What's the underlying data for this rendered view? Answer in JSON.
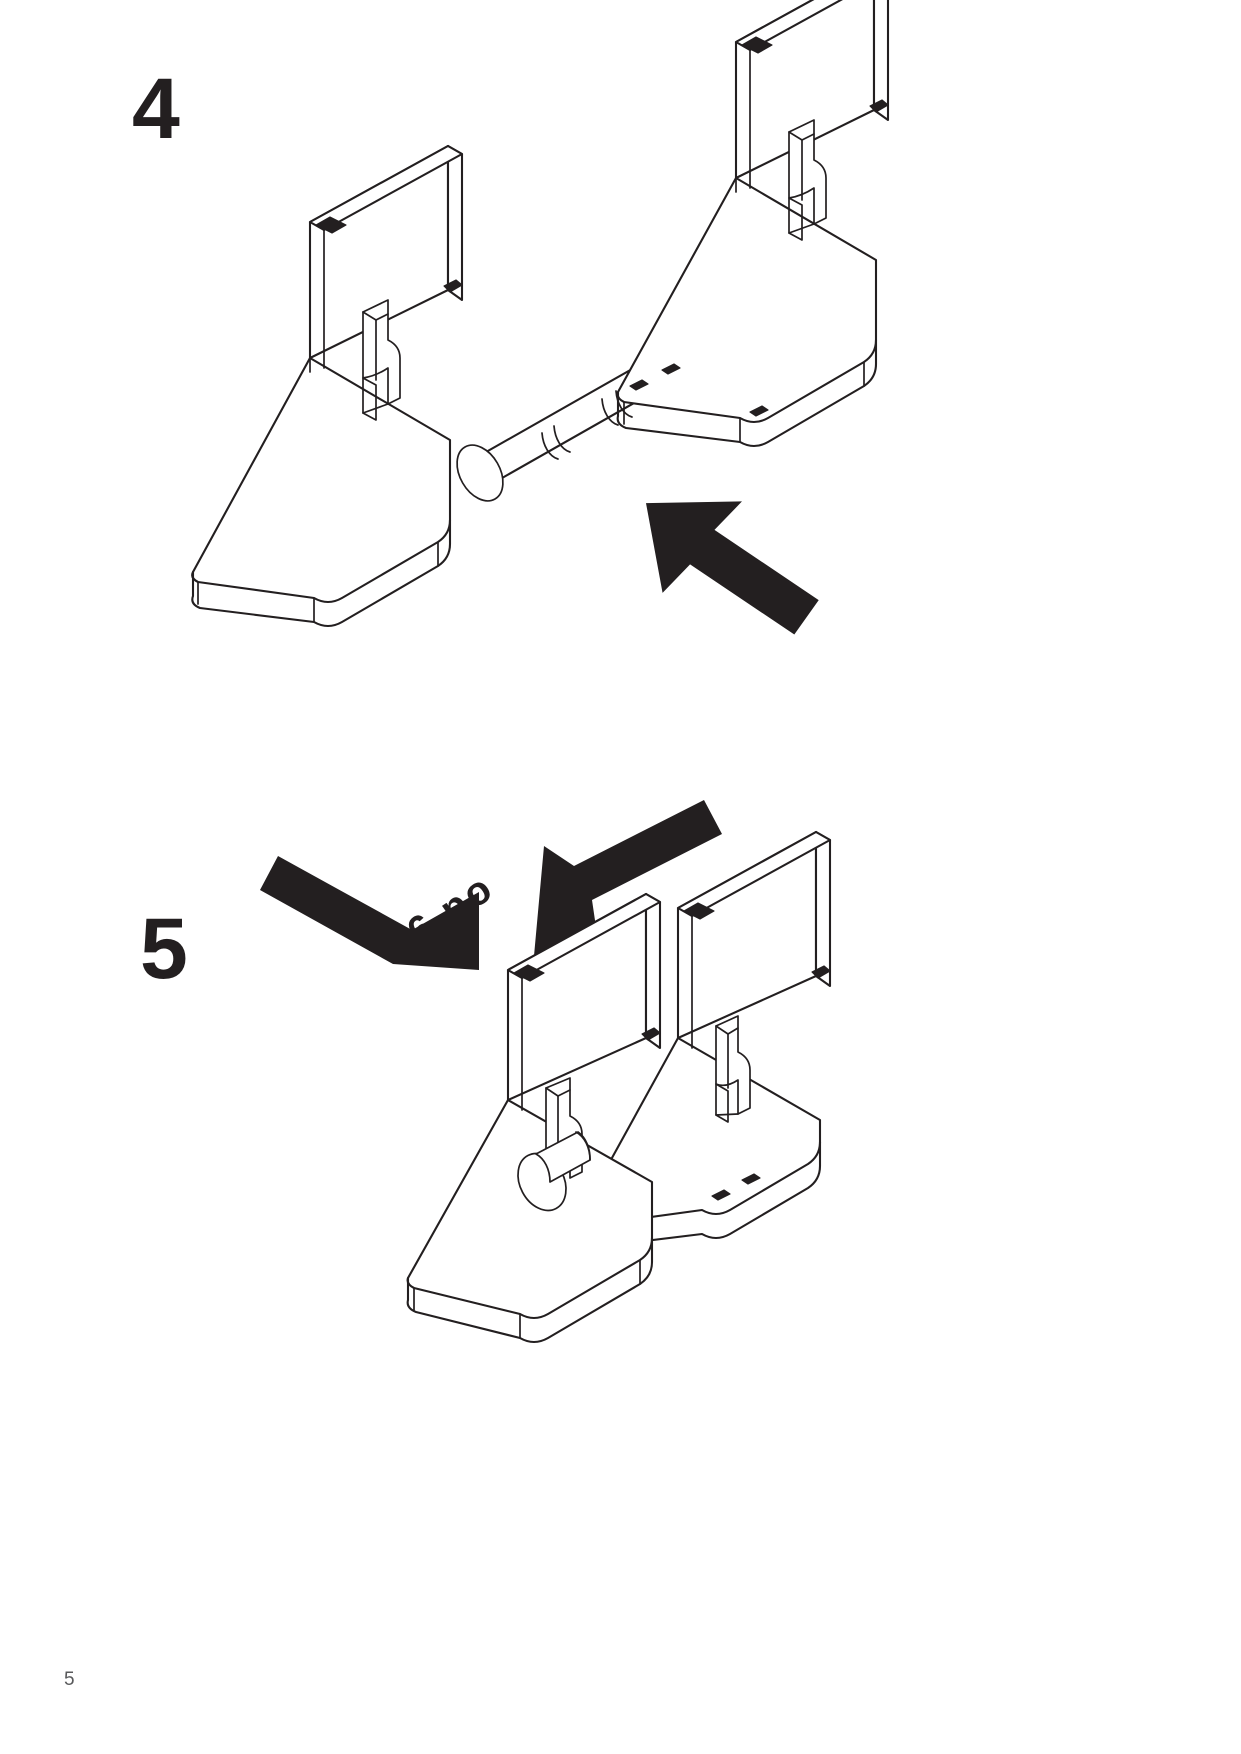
{
  "document": {
    "type": "furniture-assembly-instructions",
    "page_number": "5",
    "background_color": "#ffffff",
    "line_color": "#231f20",
    "arrow_color": "#231f20"
  },
  "steps": [
    {
      "number": "4",
      "name": "step-4",
      "description": "Insert the cylindrical dowel fitting into the keyhole slot of the bracket panel",
      "arrows": [
        {
          "name": "assembly-direction-arrow",
          "direction": "up-left",
          "angle_degrees": 225,
          "style": "solid-black-block-arrow"
        }
      ],
      "parts": [
        {
          "name": "left-bracket-panel",
          "shape": "L-shaped-panel-with-keyhole-slot"
        },
        {
          "name": "dowel-fitting",
          "shape": "cylindrical-dowel"
        },
        {
          "name": "right-bracket-panel",
          "shape": "L-shaped-panel-with-keyhole-slot"
        }
      ]
    },
    {
      "number": "5",
      "name": "step-5",
      "description": "Push the two bracket panels together so the dowel engages both keyhole slots",
      "callout": "6 po",
      "callout_rotation_degrees": -34,
      "arrows": [
        {
          "name": "push-right-arrow",
          "direction": "up-right",
          "angle_degrees": 45,
          "style": "solid-black-block-arrow"
        },
        {
          "name": "push-left-arrow",
          "direction": "down-left",
          "angle_degrees": 215,
          "style": "solid-black-block-arrow"
        }
      ],
      "parts": [
        {
          "name": "front-bracket-panel",
          "shape": "L-shaped-panel-with-dowel-installed"
        },
        {
          "name": "rear-bracket-panel",
          "shape": "L-shaped-panel-with-keyhole-slot"
        }
      ]
    }
  ]
}
